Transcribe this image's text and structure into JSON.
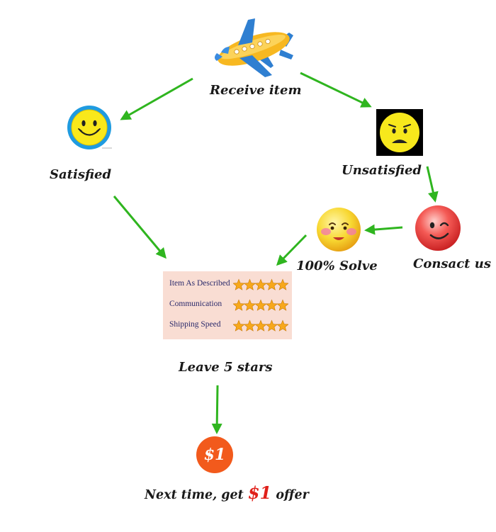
{
  "nodes": {
    "receive": {
      "label": "Receive item",
      "icon": "airplane-icon"
    },
    "satisfied": {
      "label": "Satisfied",
      "icon": "smiley-face-icon"
    },
    "unsatisfied": {
      "label": "Unsatisfied",
      "icon": "worried-face-icon"
    },
    "contact": {
      "label": "Consact us",
      "icon": "winking-face-icon"
    },
    "solve": {
      "label": "100% Solve",
      "icon": "blushing-face-icon"
    },
    "leave": {
      "label": "Leave 5 stars",
      "icon": "star-rating-card"
    },
    "offer": {
      "prefix": "Next time, get ",
      "amount": "$1",
      "suffix": " offer",
      "coin_text": "$1",
      "icon": "coin-badge-icon"
    }
  },
  "rating_card": {
    "rows": [
      {
        "label": "Item As Described",
        "stars": 5
      },
      {
        "label": "Communication",
        "stars": 5
      },
      {
        "label": "Shipping Speed",
        "stars": 5
      }
    ]
  },
  "colors": {
    "arrow": "#2fb51f",
    "coin": "#f25a1c",
    "offer_amount": "#e0201a",
    "star": "#f7a81b",
    "card_bg": "#f9ddd3"
  }
}
